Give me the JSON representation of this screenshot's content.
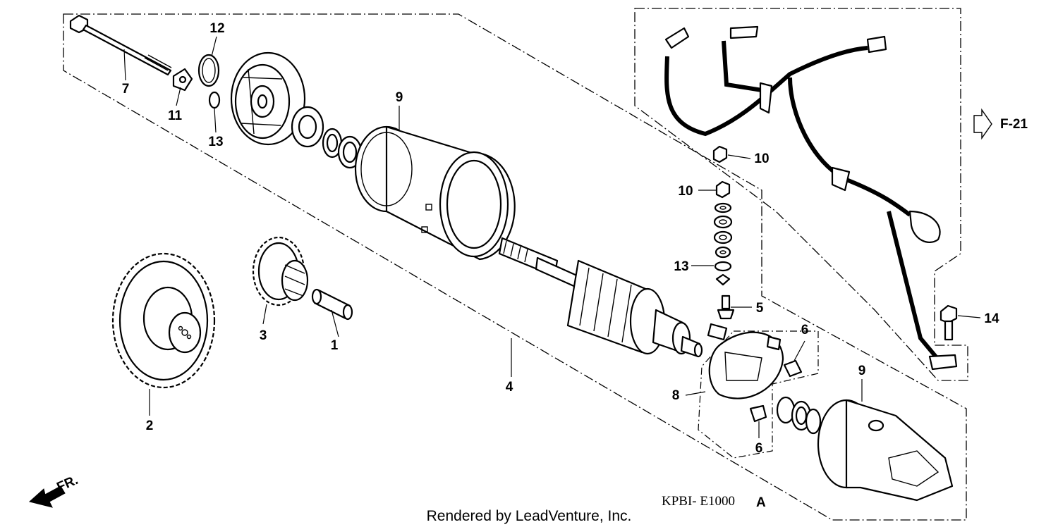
{
  "diagram": {
    "callouts": [
      "1",
      "2",
      "3",
      "4",
      "5",
      "6",
      "6",
      "7",
      "8",
      "9",
      "9",
      "10",
      "10",
      "11",
      "12",
      "13",
      "13",
      "14"
    ],
    "front_label": "FR.",
    "reference_label": "F-21",
    "code_label": "KPBI- E1000",
    "code_suffix": "A",
    "credit": "Rendered by LeadVenture, Inc."
  }
}
